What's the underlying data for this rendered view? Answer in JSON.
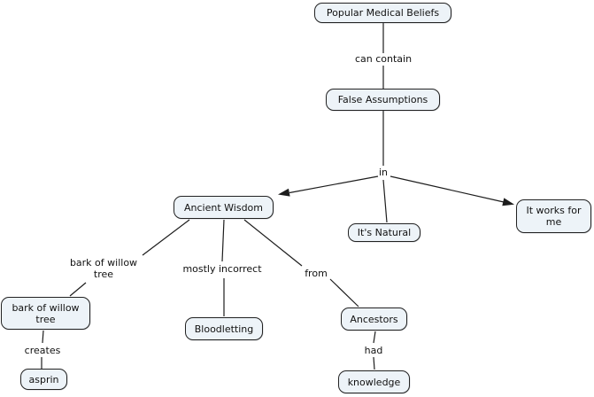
{
  "concept_map": {
    "title": "Popular Medical Beliefs concept map",
    "colors": {
      "node_fill": "#edf3f8",
      "node_border": "#222222",
      "line_color": "#1d1d1d",
      "text_color": "#111111",
      "background": "#ffffff"
    },
    "nodes": [
      {
        "id": "popular-medical-beliefs",
        "label": "Popular Medical Beliefs"
      },
      {
        "id": "false-assumptions",
        "label": "False Assumptions"
      },
      {
        "id": "ancient-wisdom",
        "label": "Ancient Wisdom"
      },
      {
        "id": "its-natural",
        "label": "It's Natural"
      },
      {
        "id": "it-works-for-me",
        "label": "It works for me"
      },
      {
        "id": "bark-of-willow-tree",
        "label": "bark of willow tree"
      },
      {
        "id": "bloodletting",
        "label": "Bloodletting"
      },
      {
        "id": "ancestors",
        "label": "Ancestors"
      },
      {
        "id": "asprin",
        "label": "asprin"
      },
      {
        "id": "knowledge",
        "label": "knowledge"
      }
    ],
    "linking_phrases": [
      {
        "id": "can-contain",
        "label": "can contain"
      },
      {
        "id": "in",
        "label": "in"
      },
      {
        "id": "bark-of-willow-tree-phrase",
        "label": "bark of willow tree"
      },
      {
        "id": "mostly-incorrect",
        "label": "mostly incorrect"
      },
      {
        "id": "from",
        "label": "from"
      },
      {
        "id": "creates",
        "label": "creates"
      },
      {
        "id": "had",
        "label": "had"
      }
    ]
  }
}
